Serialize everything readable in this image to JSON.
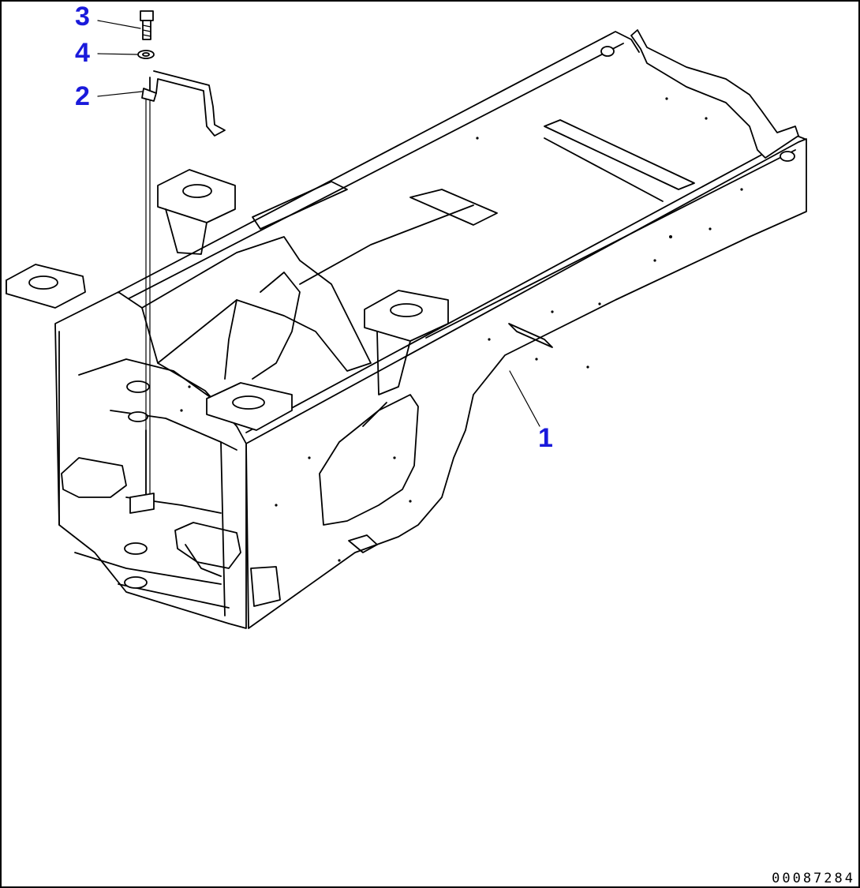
{
  "diagram": {
    "drawing_number": "00087284",
    "callout_color": "#1a1adb",
    "callouts": [
      {
        "label": "3",
        "part": "bolt"
      },
      {
        "label": "4",
        "part": "washer"
      },
      {
        "label": "2",
        "part": "bracket"
      },
      {
        "label": "1",
        "part": "frame"
      }
    ]
  }
}
